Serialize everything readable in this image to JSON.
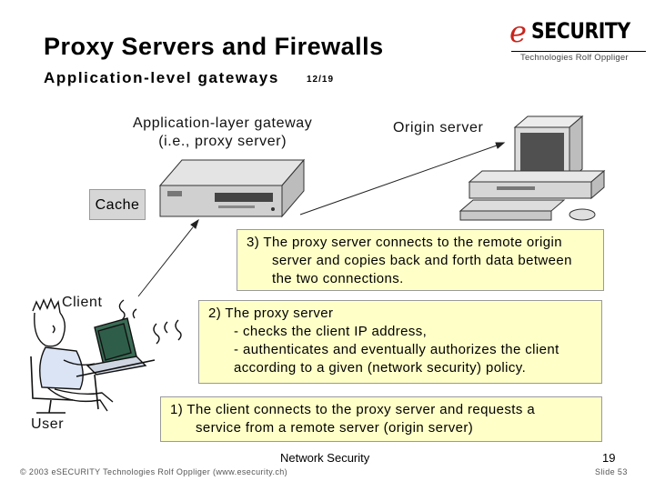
{
  "header": {
    "title": "Proxy Servers and Firewalls",
    "subtitle": "Application-level gateways",
    "slide_counter": "12/19"
  },
  "logo": {
    "prefix": "e",
    "word": "SECURITY",
    "tagline": "Technologies Rolf Oppliger"
  },
  "diagram": {
    "gateway_label_line1": "Application-layer gateway",
    "gateway_label_line2": "(i.e., proxy server)",
    "origin_label": "Origin server",
    "cache_label": "Cache",
    "client_label": "Client",
    "user_label": "User"
  },
  "steps": {
    "step3": {
      "line1": "3)  The proxy server connects to the remote origin",
      "line2": "server and copies back and forth data between",
      "line3": "the two connections."
    },
    "step2": {
      "line1": "2)  The proxy server",
      "line2": "- checks the client IP address,",
      "line3": "- authenticates and eventually authorizes the client",
      "line4": "according to a given (network security) policy."
    },
    "step1": {
      "line1": "1)  The client connects to the proxy server and requests a",
      "line2": "service from a remote server (origin server)"
    }
  },
  "footer": {
    "center": "Network Security",
    "page": "19",
    "copyright": "© 2003 eSECURITY Technologies Rolf Oppliger (www.esecurity.ch)",
    "slide": "Slide 53"
  },
  "colors": {
    "callout_fill": "#ffffc8",
    "cache_fill": "#d6d6d6",
    "logo_accent": "#c8241b"
  }
}
